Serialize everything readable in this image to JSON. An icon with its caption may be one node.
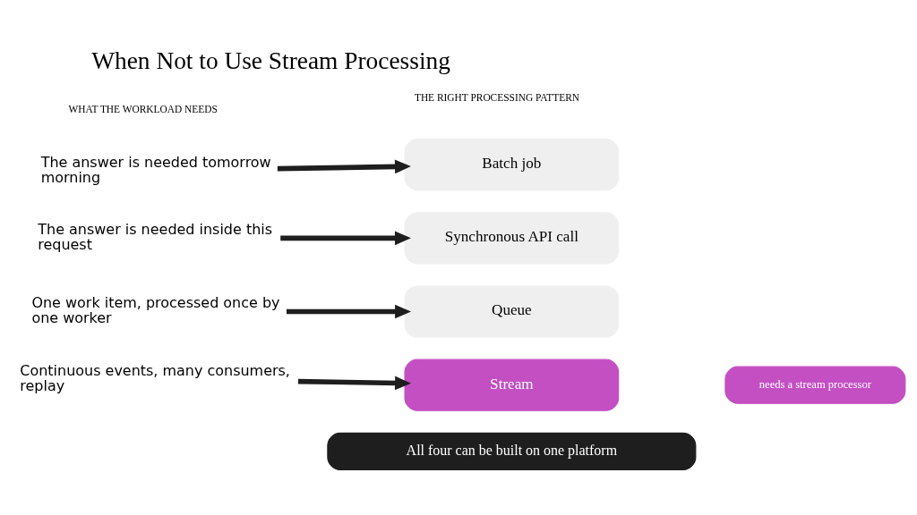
{
  "diagram": {
    "title": "When Not to Use Stream Processing",
    "nodes": [
      {
        "text": [
          "The answer is needed tomorrow morning"
        ]
      },
      {
        "text": [
          "Batch job"
        ]
      },
      {
        "text": [
          "The answer is needed inside this request"
        ]
      },
      {
        "text": [
          "Synchronous API call"
        ]
      },
      {
        "text": [
          "One work item, processed once by one worker"
        ]
      },
      {
        "text": [
          "Queue"
        ]
      },
      {
        "text": [
          "Continuous events, many consumers, replay"
        ]
      },
      {
        "text": [
          "Stream"
        ]
      },
      {
        "text": [
          "needs a stream processor"
        ]
      },
      {
        "text": [
          "All four can be built on one platform"
        ]
      }
    ],
    "edges": [
      {
        "from": 0,
        "to": 1,
        "arrow": "to"
      },
      {
        "from": 2,
        "to": 3,
        "arrow": "to"
      },
      {
        "from": 4,
        "to": 5,
        "arrow": "to"
      },
      {
        "from": 6,
        "to": 7,
        "arrow": "to"
      }
    ],
    "labels": [
      "WHAT THE WORKLOAD NEEDS",
      "THE RIGHT PROCESSING PATTERN"
    ]
  }
}
